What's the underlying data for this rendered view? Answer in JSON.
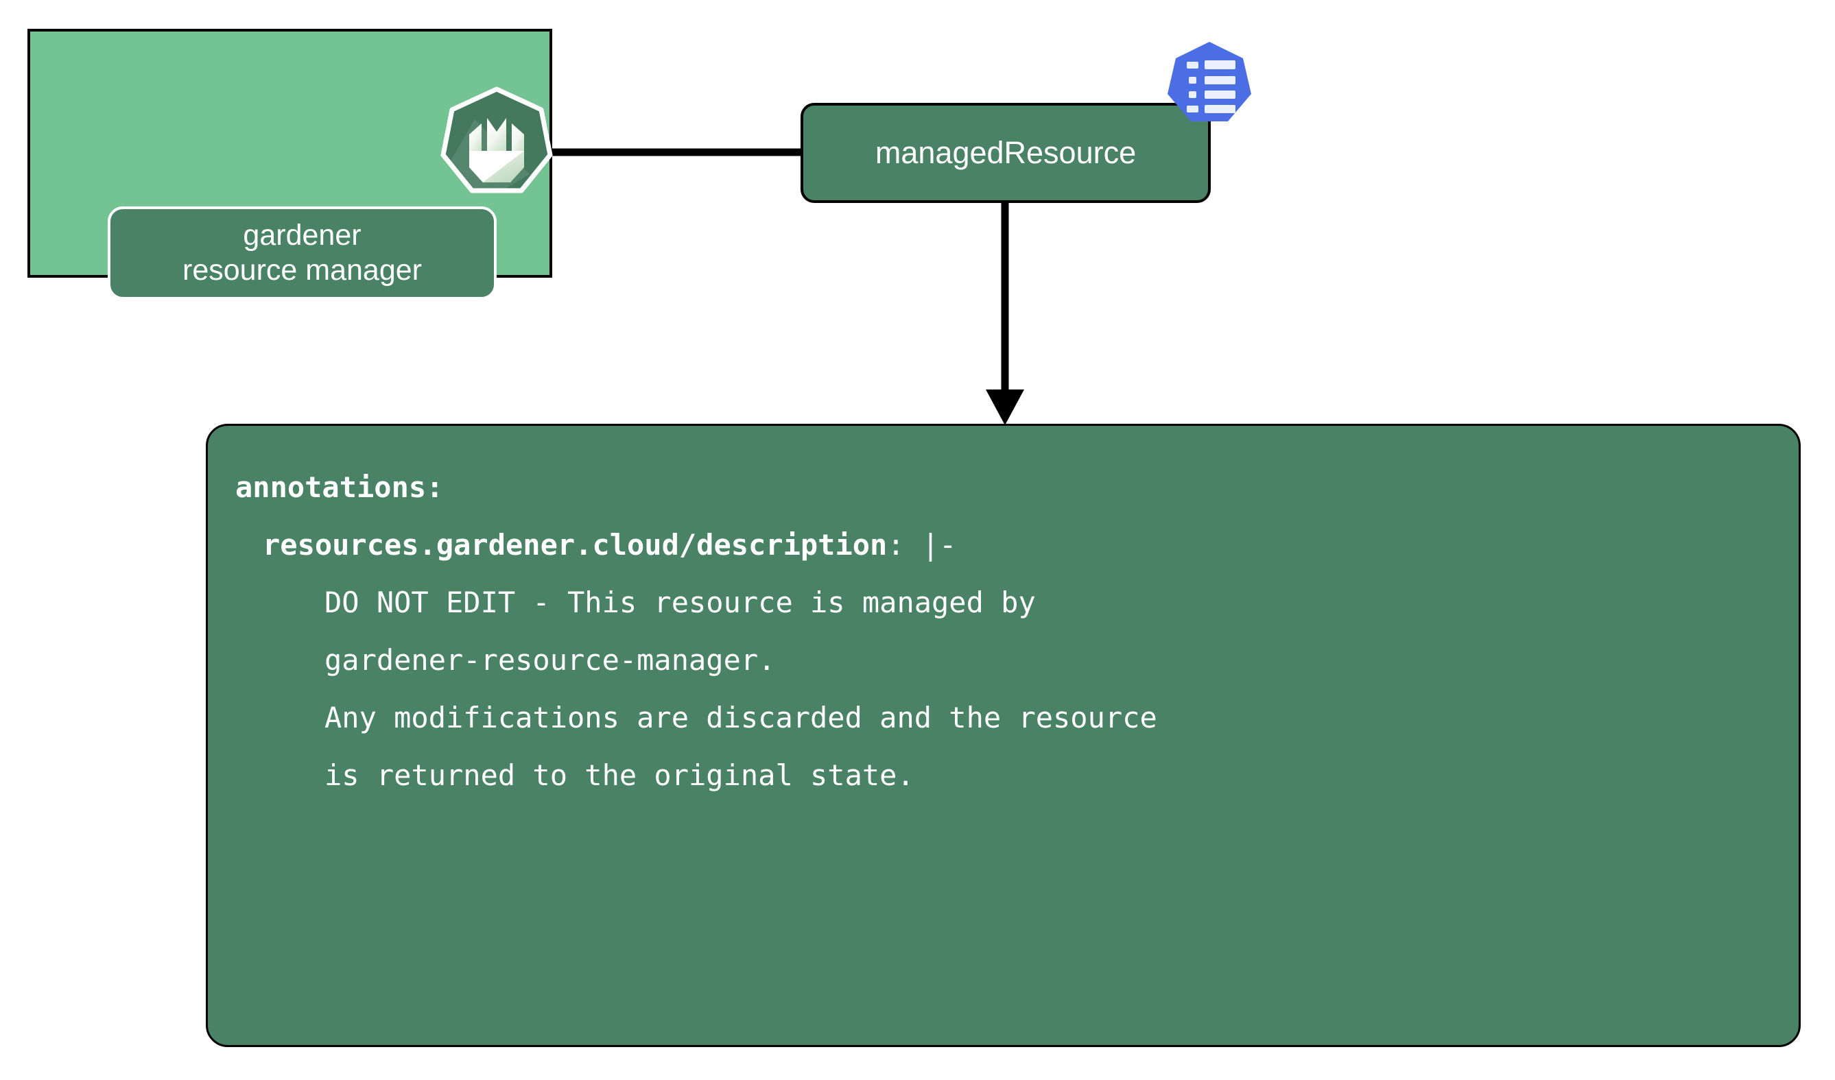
{
  "diagram": {
    "title": "gardener resource manager managedResource annotations",
    "colors": {
      "cluster_fill": "#74c392",
      "node_fill": "#4a8265",
      "edge": "#000000",
      "kubernetes_blue": "#4c6ee5",
      "text": "#ffffff"
    }
  },
  "cluster": {
    "name": "gardener-resource-manager-cluster",
    "node": {
      "line1": "gardener",
      "line2": "resource manager"
    },
    "logo": {
      "icon": "gardener-logo-icon",
      "shape": "heptagon"
    }
  },
  "managed_resource": {
    "label": "managedResource",
    "badge": {
      "icon": "kubernetes-configmap-icon",
      "shape": "heptagon",
      "color": "#4c6ee5"
    }
  },
  "edges": [
    {
      "name": "grm-to-managedresource",
      "from": "gardener-resource-manager-cluster",
      "to": "managedResource",
      "style": "solid",
      "arrowhead": "none"
    },
    {
      "name": "managedresource-to-annotations",
      "from": "managedResource",
      "to": "annotations",
      "style": "solid",
      "arrowhead": "triangle"
    }
  ],
  "annotation_box": {
    "name": "annotations-yaml",
    "lines": [
      {
        "text": "annotations:",
        "weight": "bold",
        "indent": 0
      },
      {
        "text": "resources.gardener.cloud/description",
        "suffix": ": |-",
        "weight": "bold",
        "indent": 1
      },
      {
        "text": "DO NOT EDIT - This resource is managed by",
        "weight": "normal",
        "indent": 2
      },
      {
        "text": "gardener-resource-manager.",
        "weight": "normal",
        "indent": 2
      },
      {
        "text": "Any modifications are discarded and the resource",
        "weight": "normal",
        "indent": 2
      },
      {
        "text": "is returned to the original state.",
        "weight": "normal",
        "indent": 2
      }
    ]
  }
}
